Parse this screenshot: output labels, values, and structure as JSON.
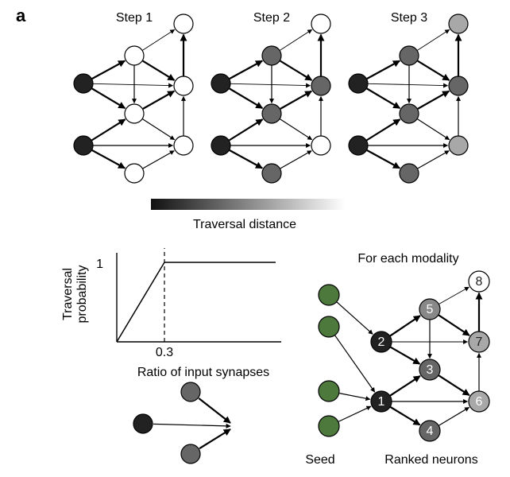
{
  "panel_label": "a",
  "steps": [
    {
      "title": "Step 1",
      "fills": [
        "#222222",
        "#222222",
        "#ffffff",
        "#ffffff",
        "#ffffff",
        "#ffffff",
        "#ffffff",
        "#ffffff"
      ]
    },
    {
      "title": "Step 2",
      "fills": [
        "#222222",
        "#222222",
        "#666666",
        "#666666",
        "#666666",
        "#666666",
        "#ffffff",
        "#ffffff"
      ]
    },
    {
      "title": "Step 3",
      "fills": [
        "#222222",
        "#222222",
        "#666666",
        "#666666",
        "#666666",
        "#666666",
        "#a8a8a8",
        "#a8a8a8"
      ]
    }
  ],
  "colorbar": {
    "label": "Traversal distance",
    "from": "#111111",
    "to": "#ffffff"
  },
  "probability_plot": {
    "ylabel_line1": "Traversal",
    "ylabel_line2": "probability",
    "xlabel": "Ratio of input synapses",
    "y_tick": "1",
    "x_tick": "0.3",
    "threshold": 0.3,
    "curve": [
      [
        0,
        0
      ],
      [
        0.3,
        1
      ],
      [
        1.0,
        1
      ]
    ]
  },
  "inputs_diagram": {
    "source_color": "#222222",
    "input_color": "#666666"
  },
  "modality": {
    "title": "For each modality",
    "seed_label": "Seed",
    "ranked_label": "Ranked neurons",
    "seed_color": "#4d7a3c",
    "neurons": [
      {
        "label": "1",
        "fill": "#222222",
        "text": "#ffffff"
      },
      {
        "label": "2",
        "fill": "#222222",
        "text": "#ffffff"
      },
      {
        "label": "3",
        "fill": "#666666",
        "text": "#ffffff"
      },
      {
        "label": "4",
        "fill": "#666666",
        "text": "#ffffff"
      },
      {
        "label": "5",
        "fill": "#888888",
        "text": "#ffffff"
      },
      {
        "label": "6",
        "fill": "#a8a8a8",
        "text": "#ffffff"
      },
      {
        "label": "7",
        "fill": "#a8a8a8",
        "text": "#222222"
      },
      {
        "label": "8",
        "fill": "#ffffff",
        "text": "#222222"
      }
    ]
  }
}
